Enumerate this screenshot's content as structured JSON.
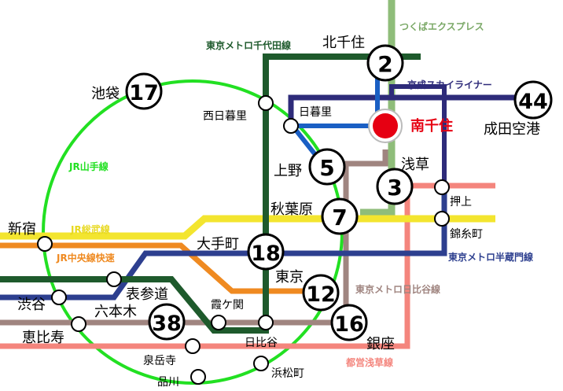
{
  "lines": {
    "tsukuba": {
      "label": "つくばエクスプレス",
      "color": "#8fbd7a"
    },
    "chiyoda": {
      "label": "東京メトロ千代田線",
      "color": "#1e5a2c"
    },
    "skyliner": {
      "label": "京成スカイライナー",
      "color": "#2e2b7a"
    },
    "yamanote": {
      "label": "JR山手線",
      "color": "#22e022"
    },
    "sobu": {
      "label": "JR総武線",
      "color": "#f3e52f"
    },
    "chuo": {
      "label": "JR中央線快速",
      "color": "#ef8a21"
    },
    "hanzomon": {
      "label": "東京メトロ半蔵門線",
      "color": "#2d3f8f"
    },
    "hibiya": {
      "label": "東京メトロ日比谷線",
      "color": "#a08580"
    },
    "asakusa": {
      "label": "都営浅草線",
      "color": "#f4857d"
    },
    "joban": {
      "color": "#1a5fc4"
    }
  },
  "origin": {
    "label": "南千住",
    "color": "#e60012"
  },
  "stations": {
    "kitasenju": {
      "label": "北千住",
      "minutes": "2"
    },
    "narita": {
      "label": "成田空港",
      "minutes": "44"
    },
    "ikebukuro": {
      "label": "池袋",
      "minutes": "17"
    },
    "nishinippori": {
      "label": "西日暮里"
    },
    "nippori": {
      "label": "日暮里"
    },
    "ueno": {
      "label": "上野",
      "minutes": "5"
    },
    "asakusa": {
      "label": "浅草",
      "minutes": "3"
    },
    "oshiage": {
      "label": "押上"
    },
    "akihabara": {
      "label": "秋葉原",
      "minutes": "7"
    },
    "kinshicho": {
      "label": "錦糸町"
    },
    "shinjuku": {
      "label": "新宿"
    },
    "otemachi": {
      "label": "大手町",
      "minutes": "18"
    },
    "tokyo": {
      "label": "東京",
      "minutes": "12"
    },
    "omotesando": {
      "label": "表参道"
    },
    "shibuya": {
      "label": "渋谷"
    },
    "roppongi": {
      "label": "六本木",
      "minutes": "38"
    },
    "kasumigaseki": {
      "label": "霞ケ関"
    },
    "hibiya": {
      "label": "日比谷"
    },
    "ginza": {
      "label": "銀座",
      "minutes": "16"
    },
    "ebisu": {
      "label": "恵比寿"
    },
    "sengakuji": {
      "label": "泉岳寺"
    },
    "shinagawa": {
      "label": "品川"
    },
    "hamamatsucho": {
      "label": "浜松町"
    }
  }
}
